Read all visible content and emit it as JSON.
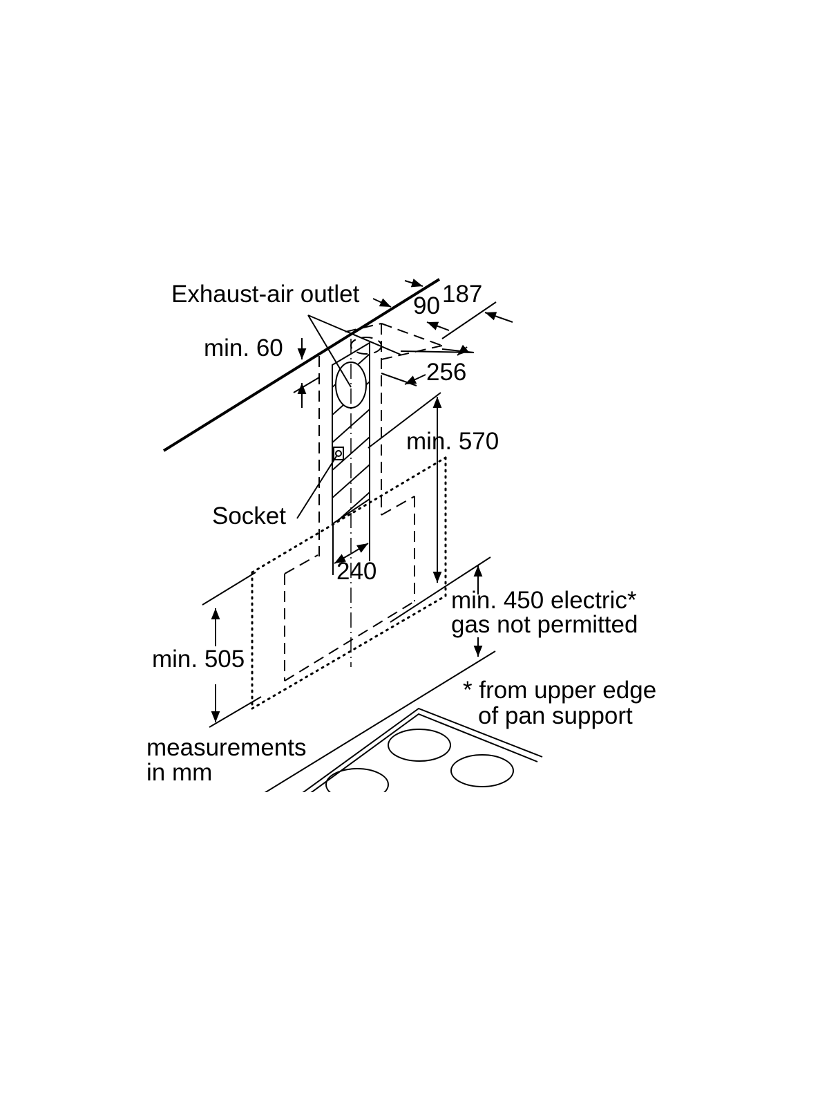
{
  "labels": {
    "exhaust_outlet": "Exhaust-air outlet",
    "dim_187": "187",
    "dim_90": "90",
    "dim_min60": "min. 60",
    "dim_256": "256",
    "dim_min570": "min. 570",
    "socket": "Socket",
    "dim_240": "240",
    "dim_min450_line1": "min. 450 electric*",
    "dim_min450_line2": "gas not permitted",
    "dim_min505": "min. 505",
    "footnote_line1": "* from upper edge",
    "footnote_line2": "of pan support",
    "units_line1": "measurements",
    "units_line2": "in mm"
  }
}
